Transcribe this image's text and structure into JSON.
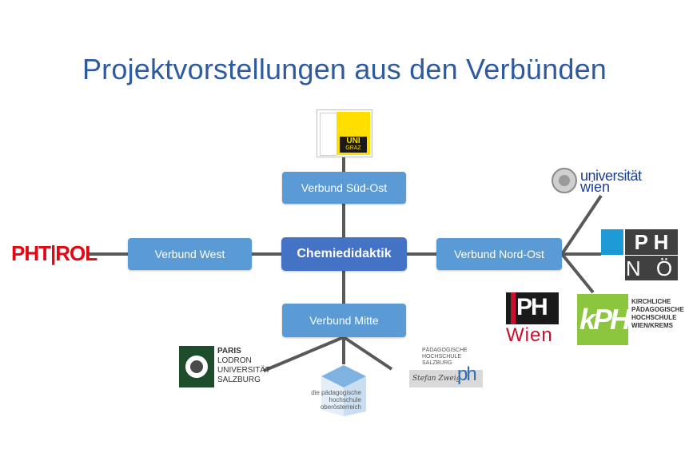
{
  "title": "Projektvorstellungen aus den Verbünden",
  "nodes": {
    "center": "Chemiedidaktik",
    "sued_ost": "Verbund Süd-Ost",
    "west": "Verbund West",
    "nord_ost": "Verbund Nord-Ost",
    "mitte": "Verbund Mitte"
  },
  "logos": {
    "uni_graz": {
      "line1": "UNI",
      "line2": "GRAZ"
    },
    "ph_tirol": {
      "text": "PHT|ROL"
    },
    "uni_wien": {
      "line1": "universität",
      "line2": "wien"
    },
    "ph_noe": {
      "line1": "P H",
      "line2": "N Ö"
    },
    "ph_wien": {
      "line1": "PH",
      "line2": "Wien"
    },
    "kph": {
      "mark": "kPH",
      "lines": [
        "KIRCHLICHE",
        "PÄDAGOGISCHE",
        "HOCHSCHULE",
        "WIEN/KREMS"
      ]
    },
    "plus": {
      "lines": [
        "PARIS",
        "LODRON",
        "UNIVERSITÄT",
        "SALZBURG"
      ]
    },
    "ph_ooe": {
      "lines": [
        "die pädagogische",
        "hochschule",
        "oberösterreich"
      ]
    },
    "ph_salzburg": {
      "lines": [
        "PÄDAGOGISCHE",
        "HOCHSCHULE",
        "SALZBURG"
      ],
      "signature": "Stefan Zweig",
      "mark": "ph"
    }
  },
  "colors": {
    "title": "#2e5aa0",
    "box": "#5b9bd5",
    "center_box": "#4472c4",
    "connector": "#595959",
    "uni_graz_yellow": "#ffde00",
    "ph_tirol_red": "#e30613",
    "ph_noe_blue": "#1c9ad6",
    "ph_wien_red": "#c8102e",
    "kph_green": "#8cc63f"
  }
}
